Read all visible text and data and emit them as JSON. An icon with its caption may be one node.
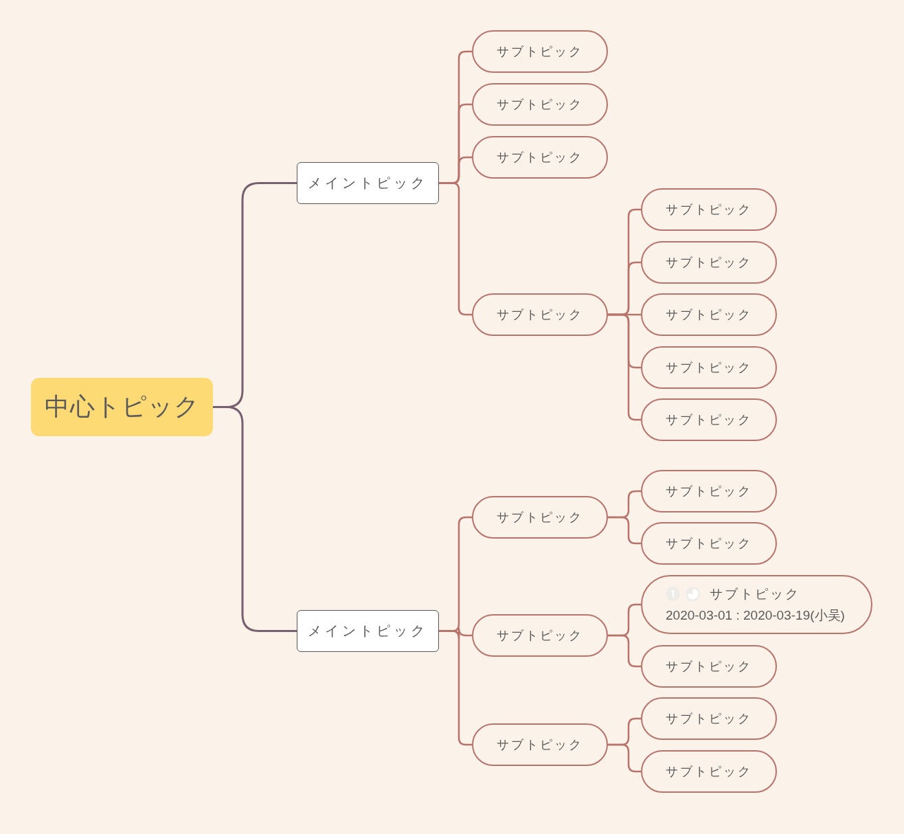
{
  "diagram": {
    "nodes": [
      {
        "text": [
          "中心トピック"
        ]
      },
      {
        "text": [
          "メイントピック"
        ]
      },
      {
        "text": [
          "サブトピック"
        ]
      },
      {
        "text": [
          "サブトピック"
        ]
      },
      {
        "text": [
          "サブトピック"
        ]
      },
      {
        "text": [
          "サブトピック"
        ]
      },
      {
        "text": [
          "サブトピック"
        ]
      },
      {
        "text": [
          "サブトピック"
        ]
      },
      {
        "text": [
          "サブトピック"
        ]
      },
      {
        "text": [
          "サブトピック"
        ]
      },
      {
        "text": [
          "サブトピック"
        ]
      },
      {
        "text": [
          "メイントピック"
        ]
      },
      {
        "text": [
          "サブトピック"
        ]
      },
      {
        "text": [
          "サブトピック"
        ]
      },
      {
        "text": [
          "サブトピック"
        ]
      },
      {
        "text": [
          "サブトピック"
        ]
      },
      {
        "text": [
          "サブトピック",
          "2020-03-01 : 2020-03-19(小吴)"
        ]
      },
      {
        "text": [
          "サブトピック"
        ]
      },
      {
        "text": [
          "サブトピック"
        ]
      },
      {
        "text": [
          "サブトピック"
        ]
      },
      {
        "text": [
          "サブトピック"
        ]
      }
    ],
    "edges": [
      {
        "from": 0,
        "to": 1,
        "arrow": "none",
        "color": "#765f6f"
      },
      {
        "from": 0,
        "to": 11,
        "arrow": "none",
        "color": "#765f6f"
      },
      {
        "from": 1,
        "to": 2,
        "arrow": "none"
      },
      {
        "from": 1,
        "to": 3,
        "arrow": "none"
      },
      {
        "from": 1,
        "to": 4,
        "arrow": "none"
      },
      {
        "from": 1,
        "to": 5,
        "arrow": "none"
      },
      {
        "from": 5,
        "to": 6,
        "arrow": "none"
      },
      {
        "from": 5,
        "to": 7,
        "arrow": "none"
      },
      {
        "from": 5,
        "to": 8,
        "arrow": "none"
      },
      {
        "from": 5,
        "to": 9,
        "arrow": "none"
      },
      {
        "from": 5,
        "to": 10,
        "arrow": "none"
      },
      {
        "from": 11,
        "to": 12,
        "arrow": "none"
      },
      {
        "from": 11,
        "to": 15,
        "arrow": "none"
      },
      {
        "from": 11,
        "to": 18,
        "arrow": "none"
      },
      {
        "from": 12,
        "to": 13,
        "arrow": "none"
      },
      {
        "from": 12,
        "to": 14,
        "arrow": "none"
      },
      {
        "from": 15,
        "to": 16,
        "arrow": "none"
      },
      {
        "from": 15,
        "to": 17,
        "arrow": "none"
      },
      {
        "from": 18,
        "to": 19,
        "arrow": "none"
      },
      {
        "from": 18,
        "to": 20,
        "arrow": "none"
      }
    ]
  }
}
